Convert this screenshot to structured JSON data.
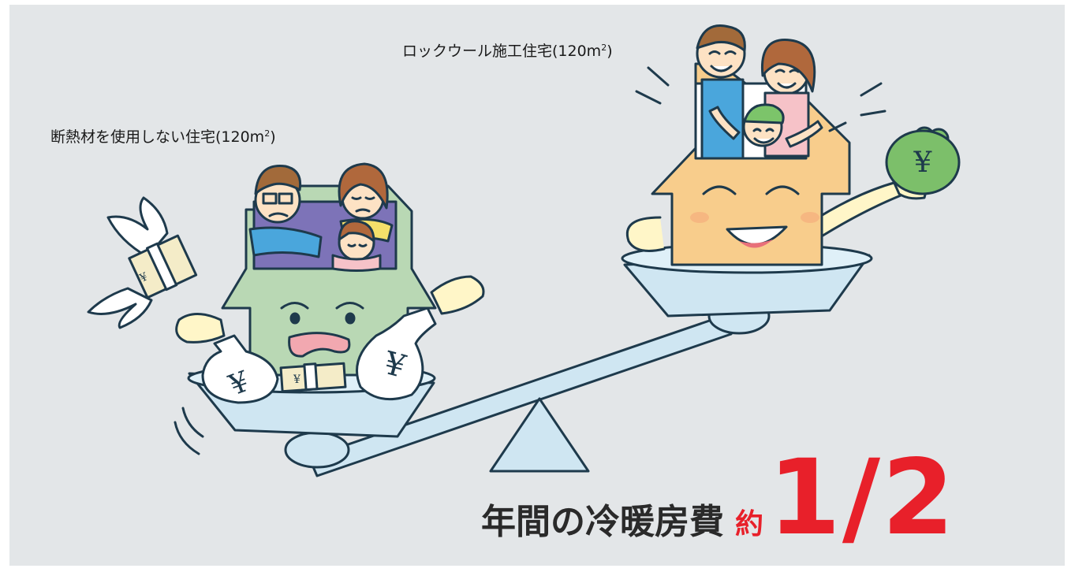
{
  "labels": {
    "insulated_house_name": "ロックウール施工住宅(120m",
    "insulated_house_unit_sup": "2",
    "insulated_house_close": ")",
    "uninsulated_house_name": "断熱材を使用しない住宅(120m",
    "uninsulated_house_unit_sup": "2",
    "uninsulated_house_close": ")"
  },
  "caption": {
    "text": "年間の冷暖房費",
    "approx": "約",
    "ratio": "1/2"
  },
  "symbols": {
    "yen": "¥"
  },
  "colors": {
    "background": "#e3e6e8",
    "accent_red": "#e8202a",
    "scale_blue": "#cfe6f2",
    "house_left_green": "#b9d8b4",
    "house_right_orange": "#f8cd8c",
    "purse_green": "#7cbf6a",
    "outline": "#1e3a4c"
  }
}
